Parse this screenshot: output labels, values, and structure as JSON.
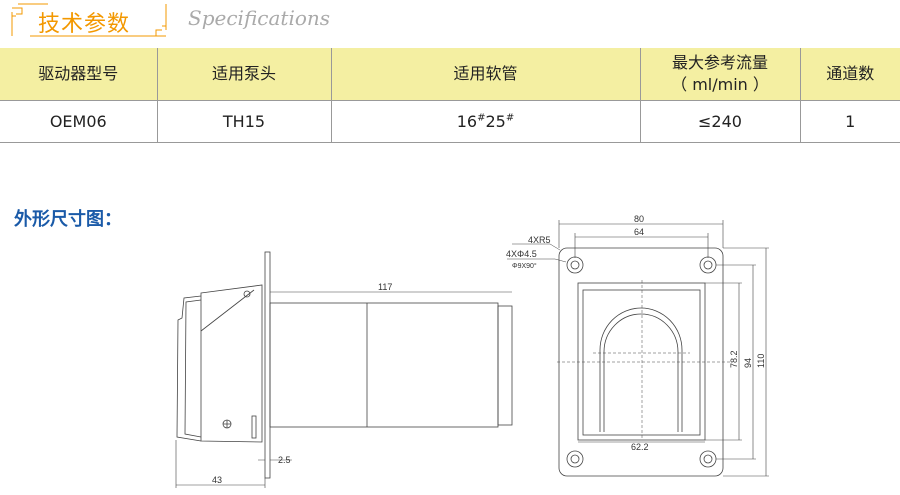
{
  "header": {
    "title": "技术参数",
    "subtitle": "Specifications",
    "accent": "#f39800"
  },
  "table": {
    "headers": [
      "驱动器型号",
      "适用泵头",
      "适用软管",
      "最大参考流量",
      "（ ml/min ）",
      "通道数"
    ],
    "row": {
      "model": "OEM06",
      "pump_head": "TH15",
      "tube_a": "16",
      "tube_b": "25",
      "hash": "#",
      "flow": "≤240",
      "channels": "1"
    }
  },
  "drawing": {
    "title": "外形尺寸图：",
    "side": {
      "length": "117",
      "depth": "43",
      "plate": "2.5"
    },
    "front": {
      "width": "80",
      "hole_spacing_x": "64",
      "window_width": "62.2",
      "window_height": "78.2",
      "hole_spacing_y": "94",
      "height": "110",
      "corner": "4XR5",
      "holes": "4XΦ4.5",
      "countersink": "Φ9X90°"
    }
  }
}
